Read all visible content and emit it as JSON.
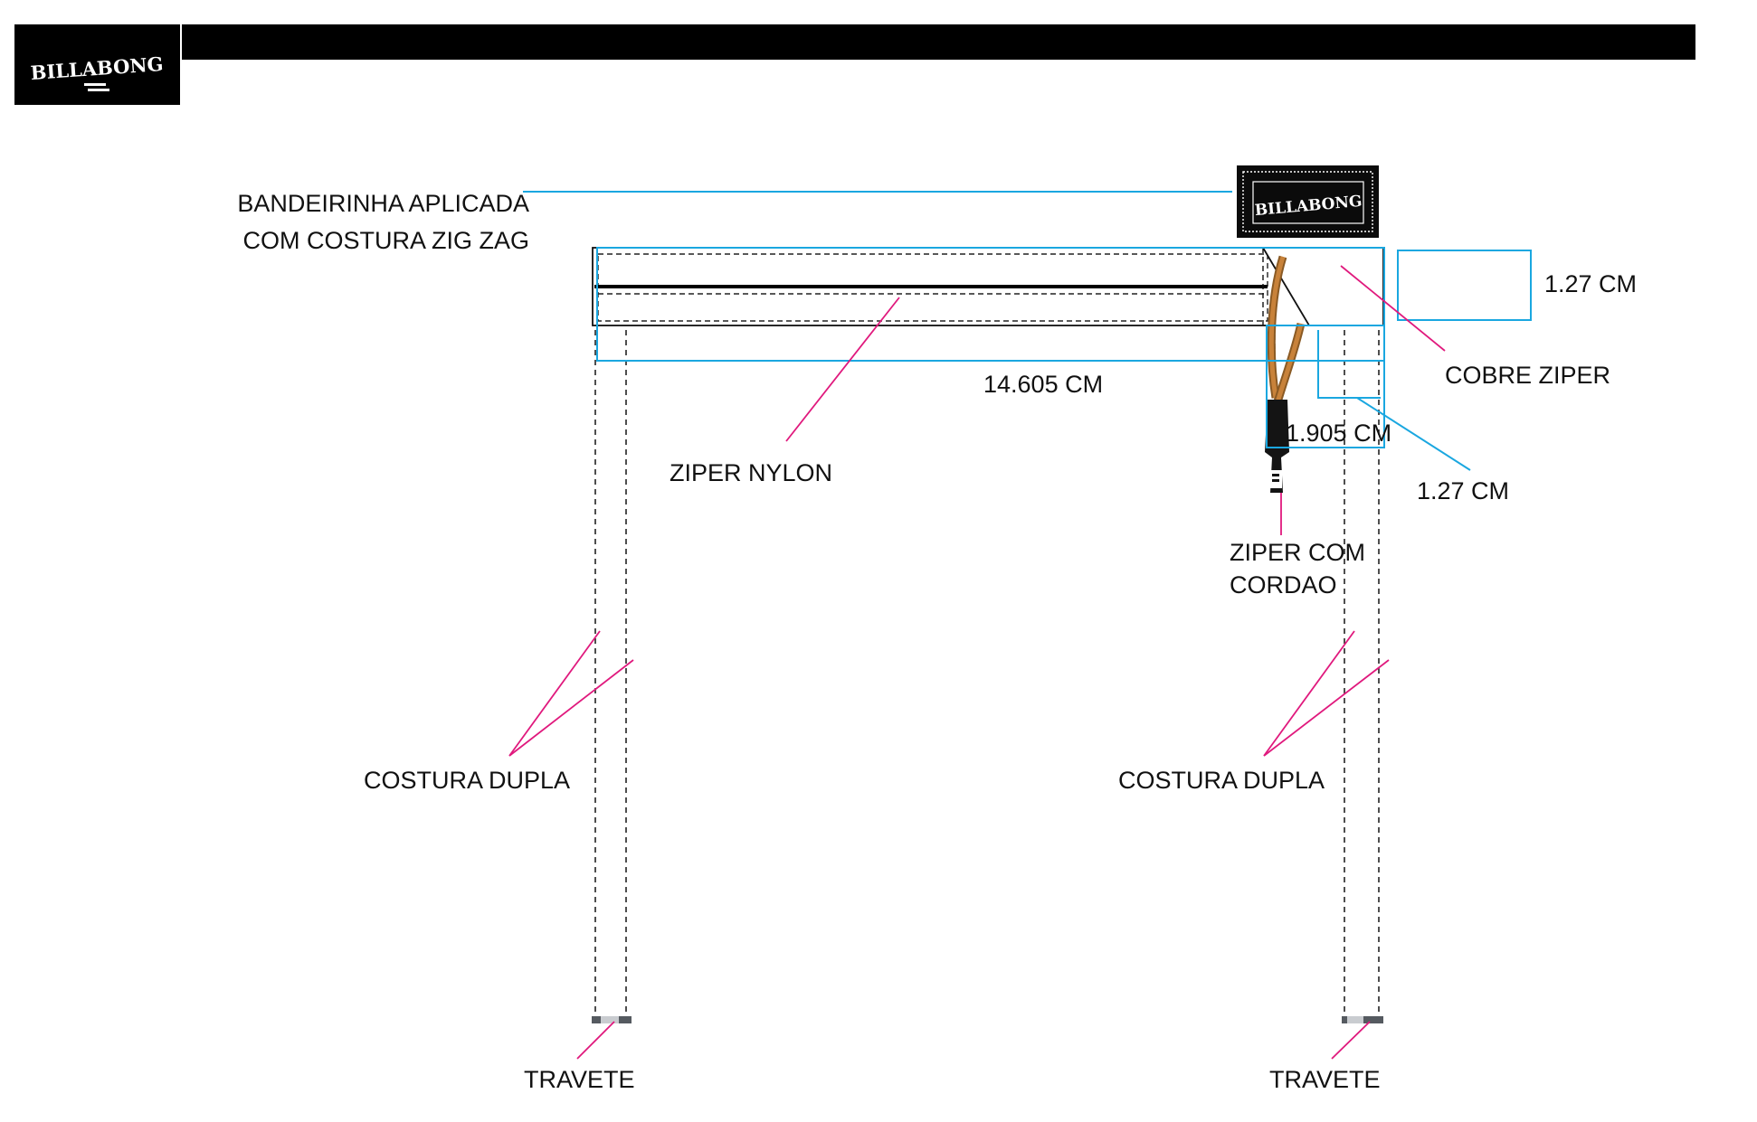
{
  "header": {
    "logo_text": "BILLABONG",
    "logo_mark": "billabong-logo-mark"
  },
  "labels": {
    "bandeirinha_line1": "BANDEIRINHA APLICADA",
    "bandeirinha_line2": "COM COSTURA ZIG ZAG",
    "dim_cobre_height": "1.27 CM",
    "cobre_ziper": "COBRE ZIPER",
    "dim_length": "14.605 CM",
    "ziper_nylon": "ZIPER NYLON",
    "dim_puller_height": "1.905 CM",
    "dim_puller_width": "1.27 CM",
    "ziper_com_line1": "ZIPER COM",
    "ziper_com_line2": "CORDAO",
    "costura_dupla_left": "COSTURA DUPLA",
    "costura_dupla_right": "COSTURA DUPLA",
    "travete_left": "TRAVETE",
    "travete_right": "TRAVETE"
  },
  "colors": {
    "header_black": "#000000",
    "dimension_blue": "#1aa7e0",
    "callout_magenta": "#e0197d",
    "stitch_black": "#111111",
    "cord_brown": "#c8823a",
    "travete_gray": "#555a60"
  }
}
